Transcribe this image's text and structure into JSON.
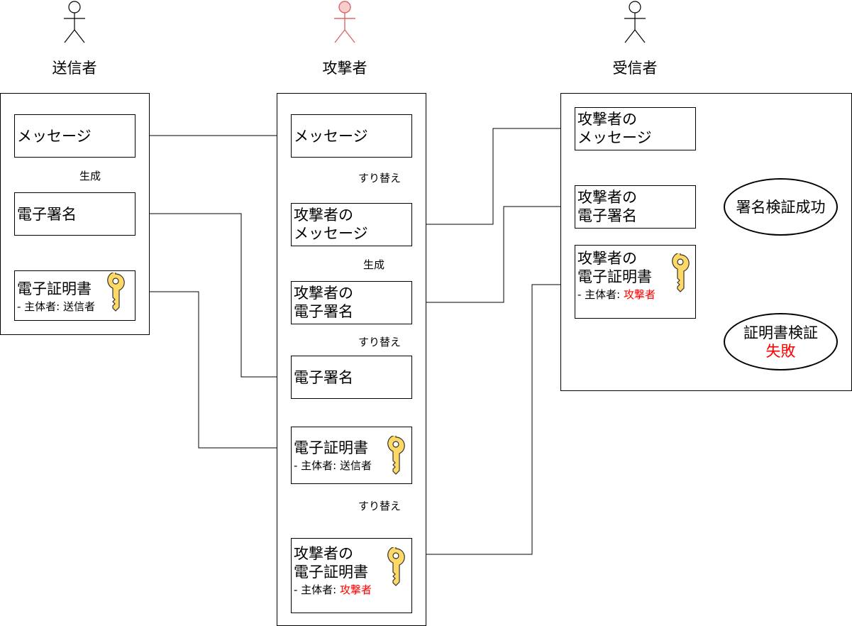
{
  "actors": {
    "sender": {
      "label": "送信者",
      "color": "#000000"
    },
    "attacker": {
      "label": "攻撃者",
      "color": "#e06666",
      "fill": "#f8cecc"
    },
    "receiver": {
      "label": "受信者",
      "color": "#000000"
    }
  },
  "sender_lane": {
    "message": "メッセージ",
    "signature": "電子署名",
    "certificate": {
      "title": "電子証明書",
      "subject_prefix": "- 主体者: ",
      "subject": "送信者"
    }
  },
  "attacker_lane": {
    "message": "メッセージ",
    "attacker_message": {
      "line1": "攻撃者の",
      "line2": "メッセージ"
    },
    "attacker_signature": {
      "line1": "攻撃者の",
      "line2": "電子署名"
    },
    "signature": "電子署名",
    "certificate": {
      "title": "電子証明書",
      "subject_prefix": "- 主体者: ",
      "subject": "送信者"
    },
    "attacker_certificate": {
      "line1": "攻撃者の",
      "line2": "電子証明書",
      "subject_prefix": "- 主体者: ",
      "subject": "攻撃者"
    }
  },
  "receiver_lane": {
    "attacker_message": {
      "line1": "攻撃者の",
      "line2": "メッセージ"
    },
    "attacker_signature": {
      "line1": "攻撃者の",
      "line2": "電子署名"
    },
    "attacker_certificate": {
      "line1": "攻撃者の",
      "line2": "電子証明書",
      "subject_prefix": "- 主体者: ",
      "subject": "攻撃者"
    },
    "signature_result": "署名検証成功",
    "certificate_result": {
      "line1": "証明書検証",
      "line2": "失敗"
    }
  },
  "edge_labels": {
    "generate_sender": "生成",
    "replace_message": "すり替え",
    "generate_attacker": "生成",
    "replace_signature": "すり替え",
    "replace_certificate": "すり替え"
  },
  "colors": {
    "alert": "#ff0000",
    "key_fill": "#ffd966",
    "key_stroke": "#333333"
  }
}
